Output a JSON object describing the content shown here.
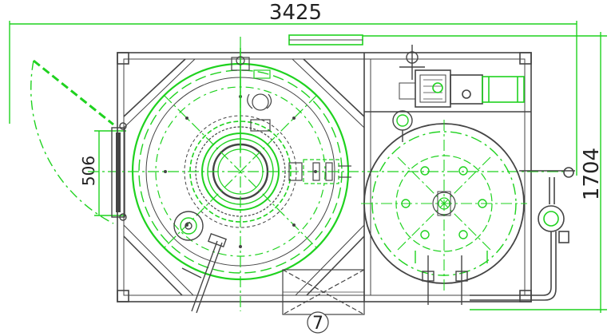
{
  "drawing": {
    "dimensions": {
      "overall_width": "3425",
      "overall_height": "1704",
      "hatch_opening": "506"
    },
    "callouts": {
      "item_7": "7"
    },
    "colors": {
      "geometry_green": "#1fd21f",
      "frame_gray": "#444444",
      "text": "#222222",
      "background": "#ffffff"
    }
  }
}
